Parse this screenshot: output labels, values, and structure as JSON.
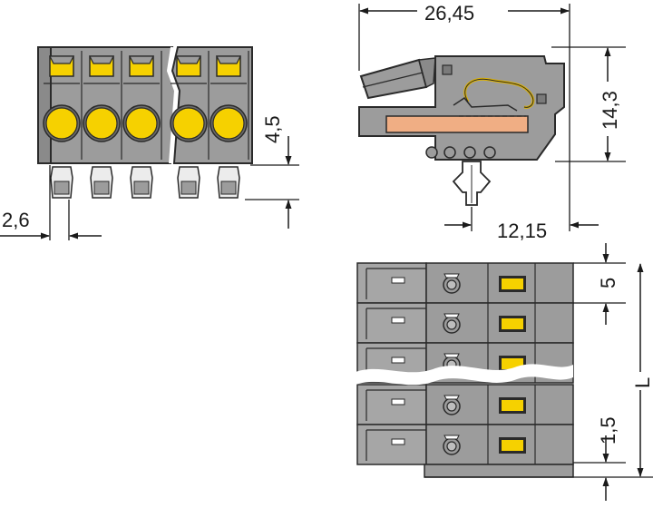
{
  "dimensions": {
    "front_pin_pitch_offset": "2,6",
    "front_height_step": "4,5",
    "side_total_width": "26,45",
    "side_height": "14,3",
    "side_pin_offset": "12,15",
    "top_pitch": "5",
    "top_bottom_offset": "1,5",
    "top_total_length": "L"
  },
  "colors": {
    "housing": "#9c9c9c",
    "housing_dark": "#7a7a7a",
    "housing_edge": "#2a2a2a",
    "actuator_yellow": "#f6d100",
    "contact_orange": "#f0ae84",
    "dimension_line": "#1a1a1a",
    "background": "#ffffff"
  }
}
